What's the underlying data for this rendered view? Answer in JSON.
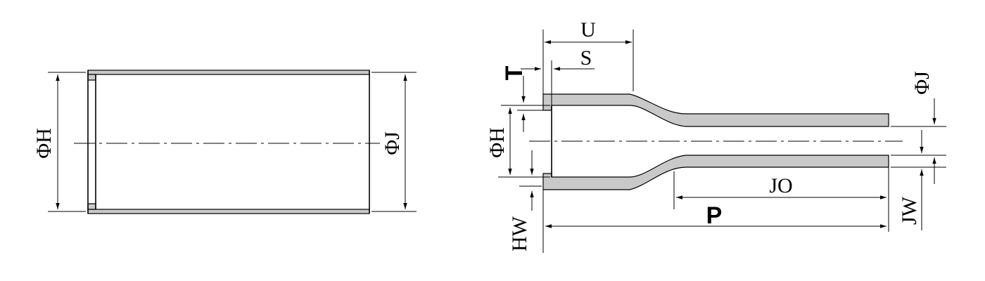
{
  "labels": {
    "phi_h": "ΦH",
    "phi_j": "ΦJ",
    "u": "U",
    "s": "S",
    "t": "T",
    "jo": "JO",
    "p": "P",
    "hw": "HW",
    "jw": "JW"
  }
}
